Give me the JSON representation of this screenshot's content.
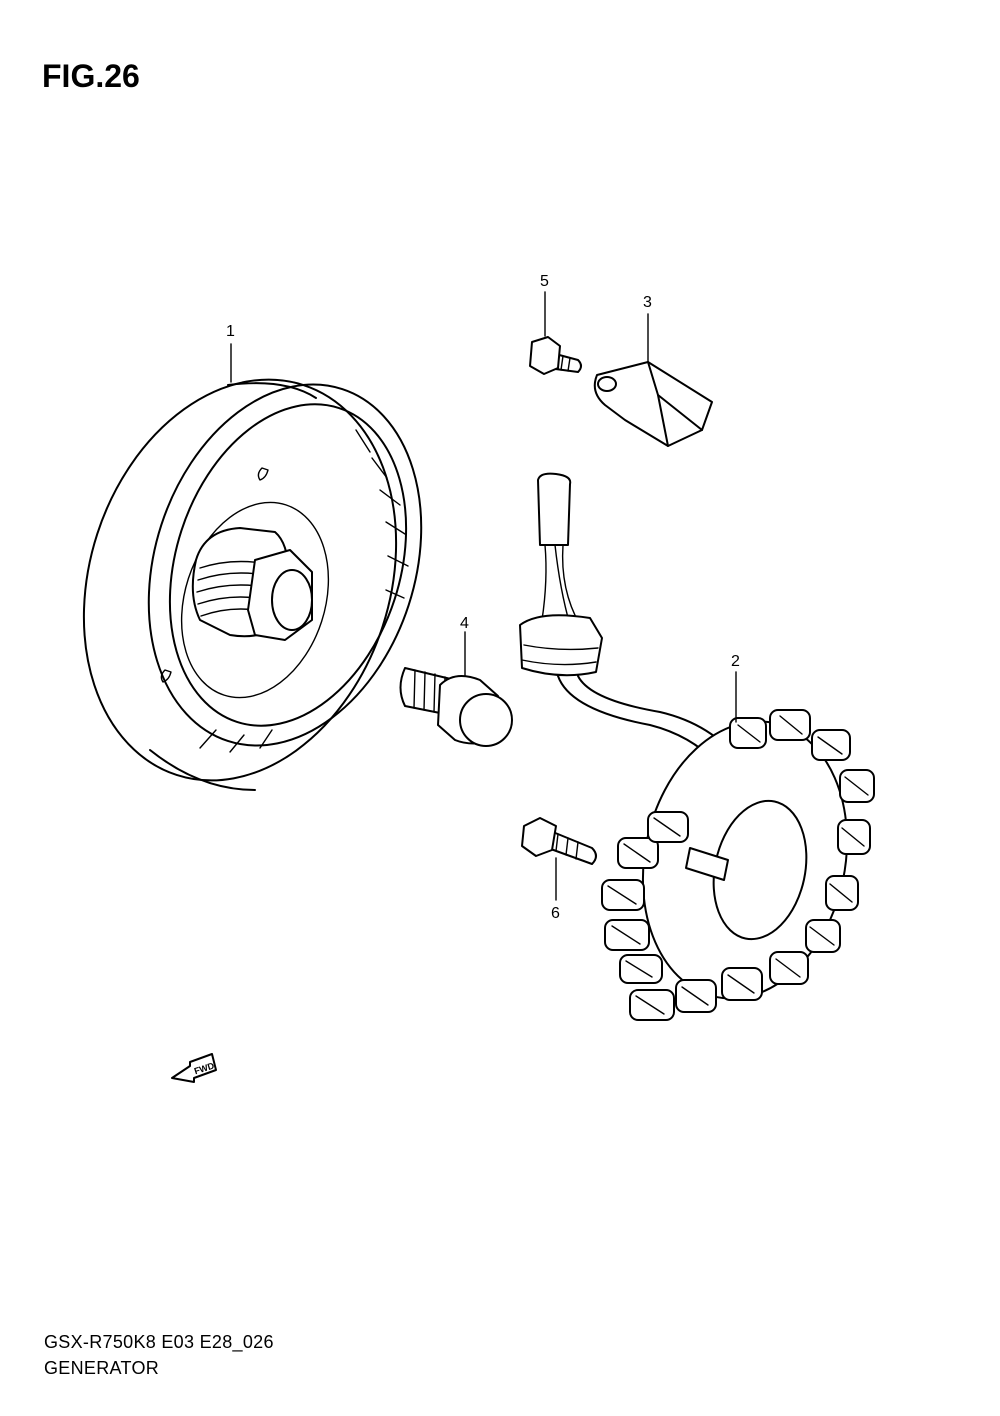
{
  "figure": {
    "title": "FIG.26",
    "code": "GSX-R750K8 E03 E28_026",
    "name": "GENERATOR"
  },
  "callouts": [
    {
      "id": "1",
      "label": "1"
    },
    {
      "id": "2",
      "label": "2"
    },
    {
      "id": "3",
      "label": "3"
    },
    {
      "id": "4",
      "label": "4"
    },
    {
      "id": "5",
      "label": "5"
    },
    {
      "id": "6",
      "label": "6"
    }
  ],
  "direction_marker": {
    "label": "FWD",
    "icon": "fwd-arrow-icon"
  }
}
